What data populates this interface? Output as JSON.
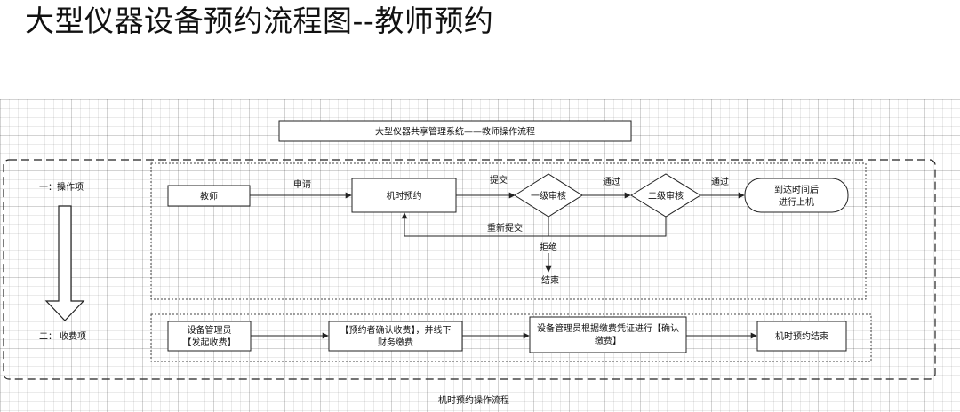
{
  "page_title": "大型仪器设备预约流程图--教师预约",
  "system_banner": "大型仪器共享管理系统——教师操作流程",
  "footer_caption": "机时预约操作流程",
  "lanes": {
    "operation": {
      "label": "一：操作项"
    },
    "fee": {
      "label": "二：  收费项"
    }
  },
  "operation_flow": {
    "teacher": "教师",
    "apply_label": "申请",
    "booking": "机时预约",
    "submit_label": "提交",
    "first_review": "一级审核",
    "pass_label_1": "通过",
    "second_review": "二级审核",
    "pass_label_2": "通过",
    "arrive_line1": "到达时间后",
    "arrive_line2": "进行上机",
    "resubmit_label": "重新提交",
    "reject_label": "拒绝",
    "end_label": "结束"
  },
  "fee_flow": {
    "admin_line1": "设备管理员",
    "admin_line2": "【发起收费】",
    "confirm_line1": "【预约者确认收费】，并线下",
    "confirm_line2": "财务缴费",
    "voucher_line1": "设备管理员根据缴费凭证进行【确认",
    "voucher_line2": "缴费】",
    "booking_end": "机时预约结束"
  },
  "colors": {
    "line": "#222222",
    "grid": "#e6e6e6",
    "background": "#ffffff"
  }
}
